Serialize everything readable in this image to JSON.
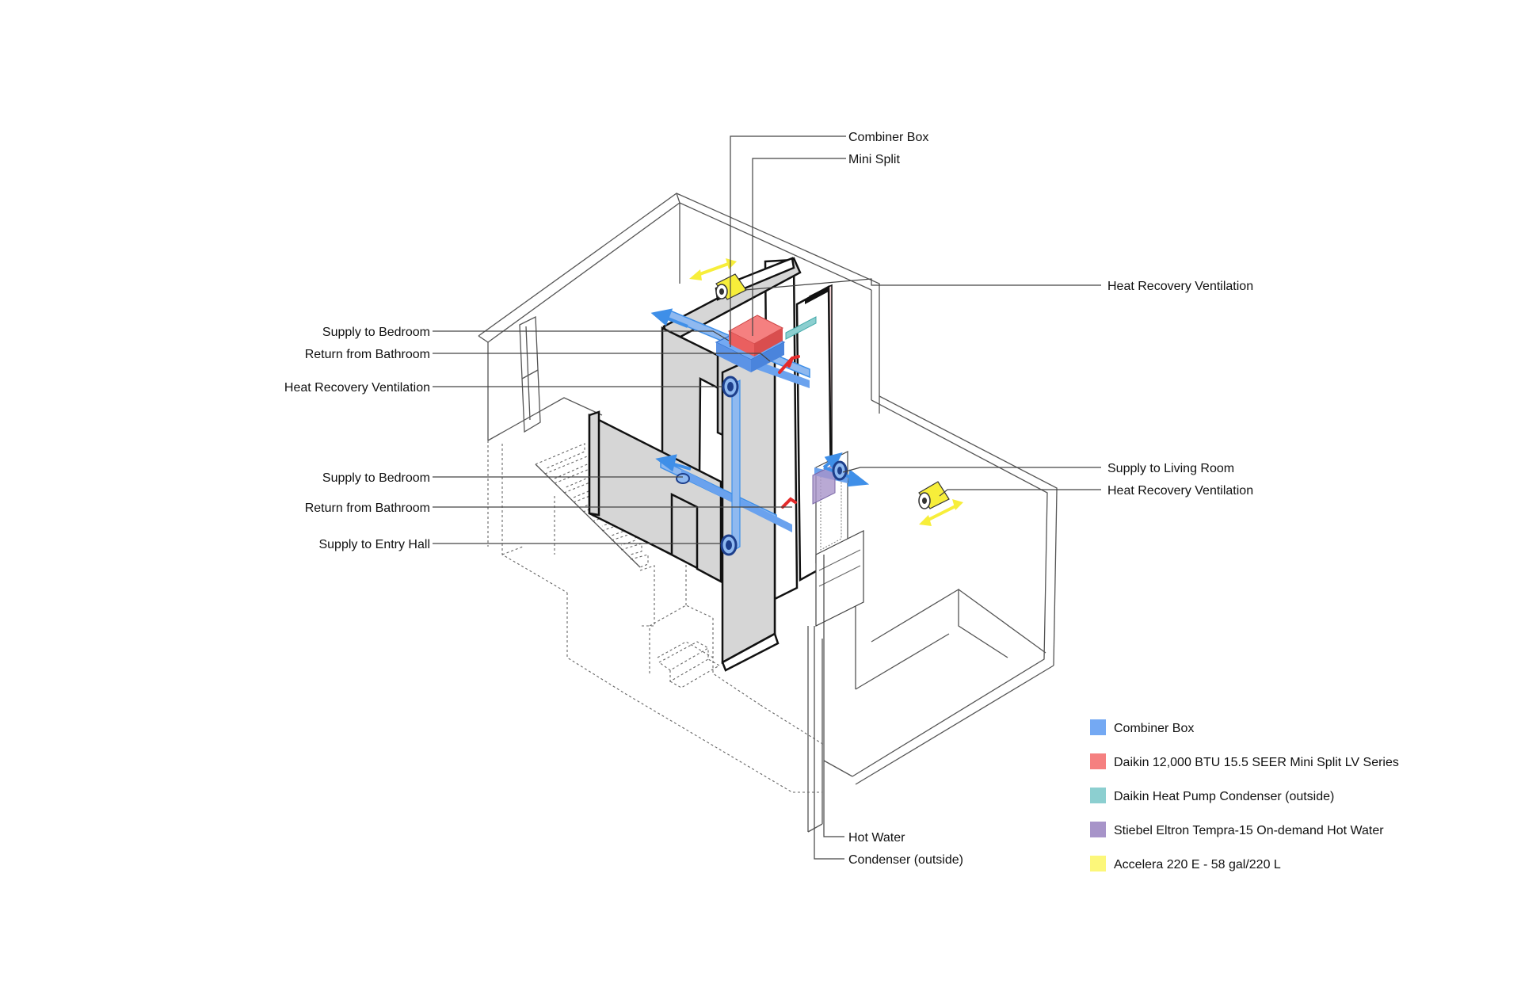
{
  "callouts_right": [
    {
      "id": "combiner-box",
      "label": "Combiner Box"
    },
    {
      "id": "mini-split",
      "label": "Mini Split"
    },
    {
      "id": "hrv-top",
      "label": "Heat Recovery Ventilation"
    },
    {
      "id": "supply-living",
      "label": "Supply to Living Room"
    },
    {
      "id": "hrv-lower",
      "label": "Heat Recovery Ventilation"
    },
    {
      "id": "hot-water",
      "label": "Hot Water"
    },
    {
      "id": "condenser",
      "label": "Condenser (outside)"
    }
  ],
  "callouts_left": [
    {
      "id": "supply-bedroom-1",
      "label": "Supply to Bedroom"
    },
    {
      "id": "return-bath-1",
      "label": "Return from Bathroom"
    },
    {
      "id": "hrv-left",
      "label": "Heat Recovery Ventilation"
    },
    {
      "id": "supply-bedroom-2",
      "label": "Supply to Bedroom"
    },
    {
      "id": "return-bath-2",
      "label": "Return from Bathroom"
    },
    {
      "id": "supply-entry",
      "label": "Supply to Entry Hall"
    }
  ],
  "legend": [
    {
      "label": "Combiner Box",
      "color": "#74a9f3"
    },
    {
      "label": "Daikin 12,000 BTU 15.5 SEER Mini Split LV Series",
      "color": "#f58080"
    },
    {
      "label": "Daikin Heat Pump Condenser (outside)",
      "color": "#8ccfd0"
    },
    {
      "label": "Stiebel Eltron Tempra-15 On-demand Hot Water",
      "color": "#a794c9"
    },
    {
      "label": "Accelera 220 E - 58 gal/220 L",
      "color": "#fcf77a"
    }
  ],
  "colors": {
    "duct_blue": "#3f8fe8",
    "minisplit_red": "#f07070",
    "hrv_yellow": "#f7ee3a",
    "wall_grey": "#d6d6d6"
  }
}
